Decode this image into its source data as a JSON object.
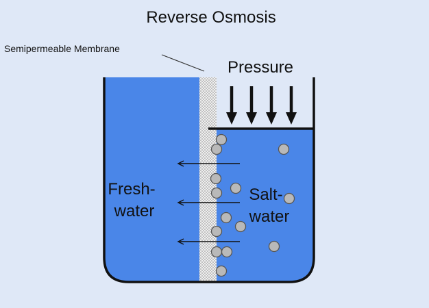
{
  "diagram": {
    "title": "Reverse Osmosis",
    "membrane_label": "Semipermeable Membrane",
    "pressure_label": "Pressure",
    "freshwater_label": [
      "Fresh-",
      "water"
    ],
    "saltwater_label": [
      "Salt-",
      "water"
    ]
  },
  "colors": {
    "background": "#dfe8f7",
    "water": "#4a86e8",
    "membrane": "#e6e6e6",
    "particle": "#b9b9b9",
    "outline": "#111111"
  }
}
